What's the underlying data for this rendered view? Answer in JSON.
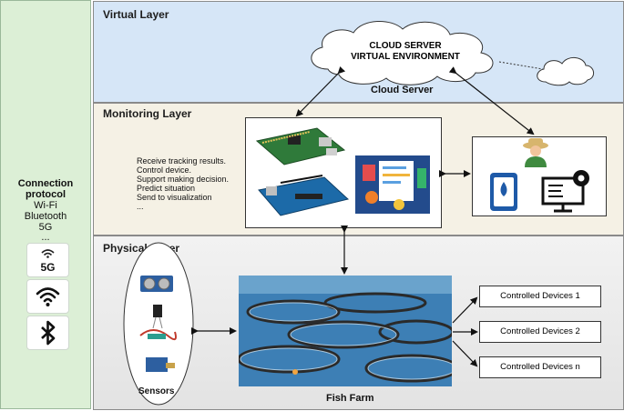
{
  "sidebar": {
    "title": "Connection protocol",
    "items": [
      "Wi-Fi",
      "Bluetooth",
      "5G",
      "..."
    ],
    "icons": [
      "5g-icon",
      "wifi-icon",
      "bluetooth-icon"
    ],
    "five_g_label": "5G"
  },
  "virtual_layer": {
    "title": "Virtual Layer",
    "cloud_line1": "CLOUD SERVER",
    "cloud_line2": "VIRTUAL ENVIRONMENT",
    "cloud_caption": "Cloud Server"
  },
  "monitoring_layer": {
    "title": "Monitoring Layer",
    "tasks": [
      "Receive tracking results.",
      "Control device.",
      "Support making decision.",
      "Predict situation",
      "Send to visualization",
      "..."
    ]
  },
  "physical_layer": {
    "title": "Physical Layer",
    "sensors_label": "Sensors",
    "farm_label": "Fish Farm",
    "devices": [
      "Controlled Devices 1",
      "Controlled Devices 2",
      "Controlled Devices n"
    ]
  },
  "colors": {
    "sidebar_bg": "#dcefd6",
    "virtual_bg": "#d6e6f7",
    "monitor_bg": "#f5f1e5",
    "physical_bg": "#e8e8e8",
    "water": "#3d7fb5"
  }
}
